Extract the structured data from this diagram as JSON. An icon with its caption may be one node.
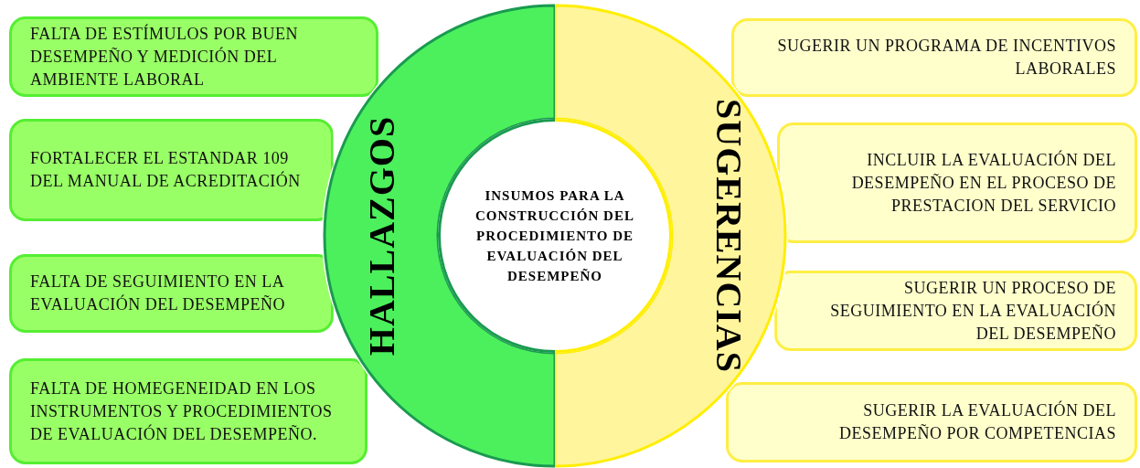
{
  "diagram": {
    "nodes": [
      {
        "text": [
          "INSUMOS PARA LA CONSTRUCCIÓN DEL PROCEDIMIENTO DE EVALUACIÓN DEL DESEMPEÑO"
        ]
      },
      {
        "text": [
          "HALLAZGOS"
        ]
      },
      {
        "text": [
          "SUGERENCIAS"
        ]
      },
      {
        "text": [
          "FALTA DE ESTÍMULOS POR BUEN DESEMPEÑO Y MEDICIÓN DEL AMBIENTE LABORAL"
        ]
      },
      {
        "text": [
          "FORTALECER EL ESTANDAR 109 DEL MANUAL DE ACREDITACIÓN"
        ]
      },
      {
        "text": [
          "FALTA DE SEGUIMIENTO EN LA EVALUACIÓN DEL DESEMPEÑO"
        ]
      },
      {
        "text": [
          "FALTA DE HOMEGENEIDAD EN LOS INSTRUMENTOS Y PROCEDIMIENTOS DE EVALUACIÓN DEL DESEMPEÑO."
        ]
      },
      {
        "text": [
          "SUGERIR UN PROGRAMA DE INCENTIVOS LABORALES"
        ]
      },
      {
        "text": [
          "INCLUIR LA EVALUACIÓN DEL DESEMPEÑO EN EL PROCESO DE PRESTACION DEL SERVICIO"
        ]
      },
      {
        "text": [
          "SUGERIR UN PROCESO DE SEGUIMIENTO EN LA EVALUACIÓN DEL DESEMPEÑO"
        ]
      },
      {
        "text": [
          "SUGERIR LA EVALUACIÓN DEL DESEMPEÑO POR COMPETENCIAS"
        ]
      }
    ],
    "edges": []
  }
}
